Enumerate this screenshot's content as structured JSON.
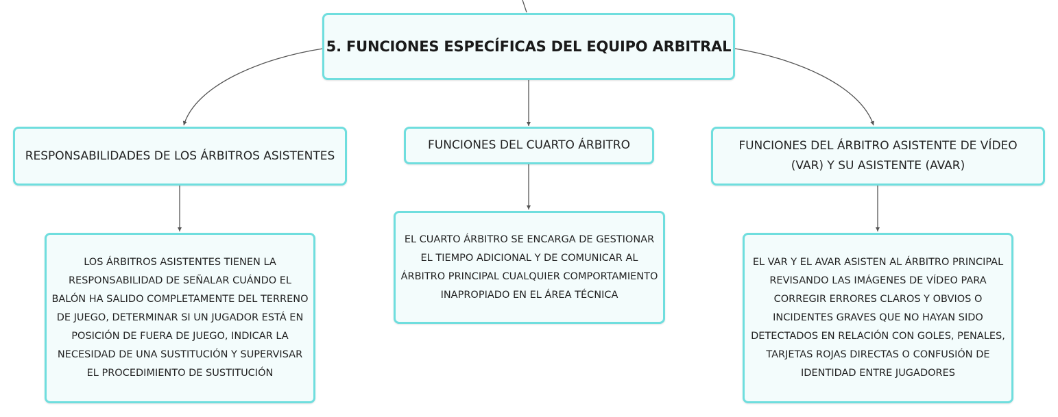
{
  "colors": {
    "node_border": "#6fdede",
    "node_fill": "#f3fcfc",
    "connector": "#555555"
  },
  "root": {
    "title": "5. FUNCIONES ESPECÍFICAS DEL EQUIPO ARBITRAL"
  },
  "branches": [
    {
      "title": "RESPONSABILIDADES DE LOS ÁRBITROS ASISTENTES",
      "detail": "LOS ÁRBITROS ASISTENTES TIENEN LA RESPONSABILIDAD DE SEÑALAR CUÁNDO EL BALÓN HA SALIDO COMPLETAMENTE DEL TERRENO DE JUEGO, DETERMINAR SI UN JUGADOR ESTÁ EN POSICIÓN DE FUERA DE JUEGO, INDICAR LA NECESIDAD DE UNA SUSTITUCIÓN Y SUPERVISAR EL PROCEDIMIENTO DE SUSTITUCIÓN"
    },
    {
      "title": "FUNCIONES DEL CUARTO ÁRBITRO",
      "detail": "EL CUARTO ÁRBITRO SE ENCARGA DE GESTIONAR EL TIEMPO ADICIONAL Y DE COMUNICAR AL ÁRBITRO PRINCIPAL CUALQUIER COMPORTAMIENTO INAPROPIADO EN EL ÁREA TÉCNICA"
    },
    {
      "title": "FUNCIONES DEL ÁRBITRO ASISTENTE DE VÍDEO (VAR) Y SU ASISTENTE (AVAR)",
      "detail": "EL VAR Y EL AVAR ASISTEN AL ÁRBITRO PRINCIPAL REVISANDO LAS IMÁGENES DE VÍDEO PARA CORREGIR ERRORES CLAROS Y OBVIOS O INCIDENTES GRAVES QUE NO HAYAN SIDO DETECTADOS EN RELACIÓN CON GOLES, PENALES, TARJETAS ROJAS DIRECTAS O CONFUSIÓN DE IDENTIDAD ENTRE JUGADORES"
    }
  ]
}
